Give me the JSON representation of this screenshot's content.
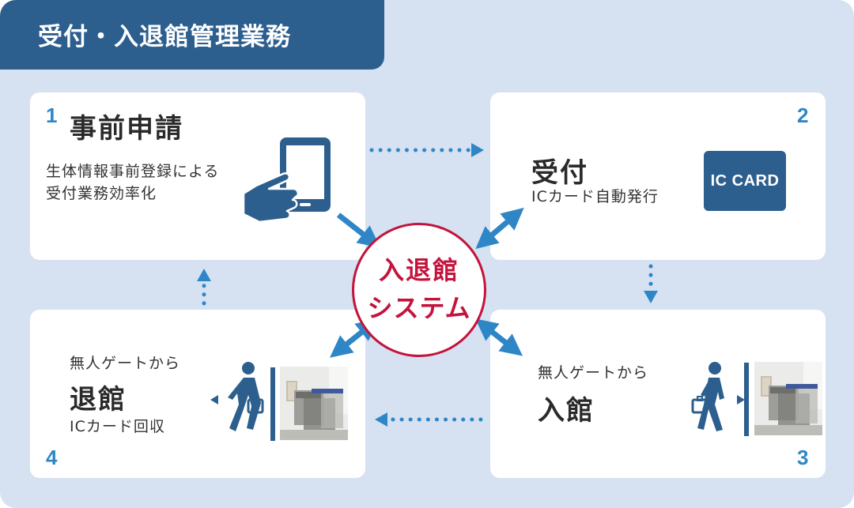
{
  "title": "受付・入退館管理業務",
  "center": {
    "line1": "入退館",
    "line2": "システム"
  },
  "steps": [
    {
      "number": "1",
      "heading": "事前申請",
      "desc_line1": "生体情報事前登録による",
      "desc_line2": "受付業務効率化"
    },
    {
      "number": "2",
      "heading": "受付",
      "desc": "ICカード自動発行",
      "card_label": "IC CARD"
    },
    {
      "number": "3",
      "pre": "無人ゲートから",
      "heading": "入館"
    },
    {
      "number": "4",
      "pre": "無人ゲートから",
      "heading": "退館",
      "post": "ICカード回収"
    }
  ],
  "colors": {
    "background": "#d6e2f2",
    "title_bar": "#2d5f8e",
    "accent_blue": "#2f86c6",
    "center_red": "#c4133c"
  },
  "icons": [
    "tablet-hand-icon",
    "walking-person-icon",
    "security-gate-photo"
  ]
}
